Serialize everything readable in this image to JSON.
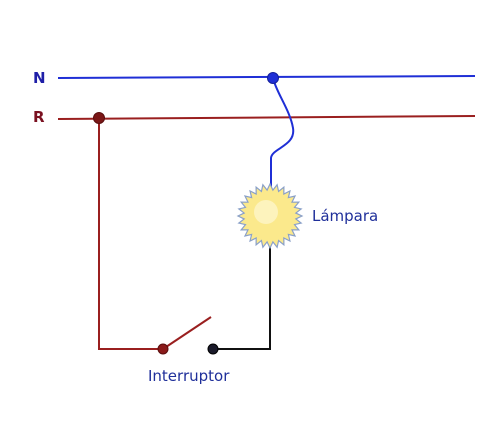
{
  "labels": {
    "neutral": "N",
    "phase": "R",
    "lamp": "Lámpara",
    "switch": "Interruptor"
  },
  "colors": {
    "neutral_wire": "#1f2fd6",
    "neutral_label": "#1f1fa8",
    "phase_wire": "#9a1f1f",
    "phase_label": "#7a1020",
    "return_wire": "#111111",
    "lamp_fill": "#fbe98c",
    "lamp_stroke": "#8aa0c8",
    "lamp_label": "#1f2f9a",
    "switch_label": "#1f2f9a"
  },
  "icons": {
    "lamp": "lamp-sun-icon",
    "switch": "switch-icon"
  }
}
